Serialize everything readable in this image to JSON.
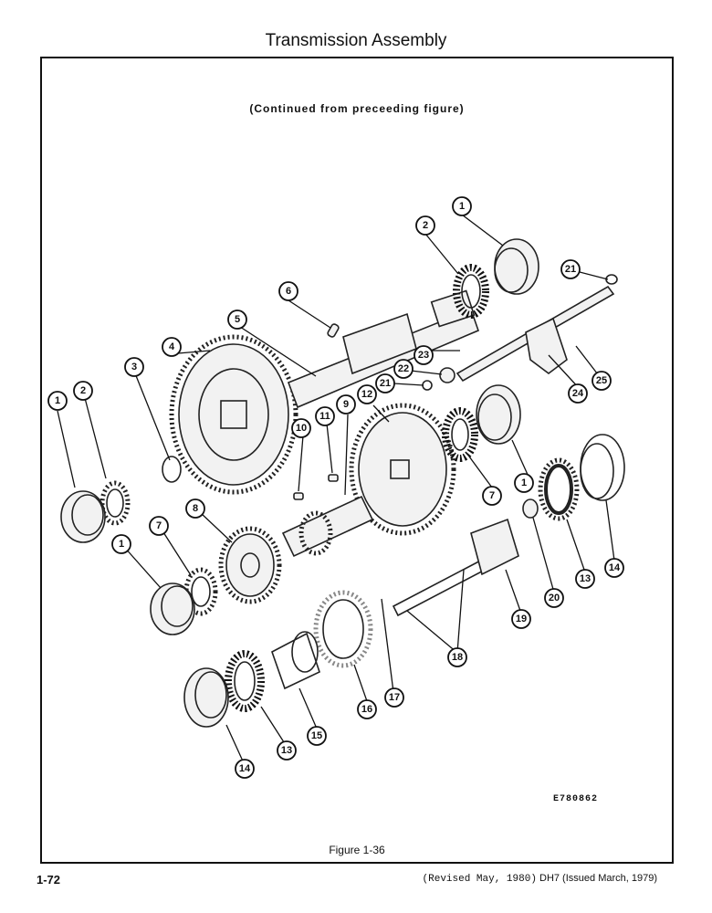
{
  "header": {
    "title": "Transmission Assembly"
  },
  "figure": {
    "continued_note": "(Continued from preceeding figure)",
    "drawing_code": "E780862",
    "caption": "Figure 1-36",
    "callouts": [
      "1",
      "2",
      "21",
      "6",
      "5",
      "4",
      "3",
      "23",
      "22",
      "21",
      "24",
      "25",
      "1",
      "2",
      "10",
      "11",
      "9",
      "12",
      "1",
      "13",
      "14",
      "7",
      "8",
      "1",
      "7",
      "19",
      "20",
      "18",
      "17",
      "16",
      "15",
      "13",
      "14"
    ]
  },
  "footer": {
    "page_number": "1-72",
    "revised": "(Revised May, 1980)",
    "issue": "DH7 (Issued March, 1979)"
  }
}
